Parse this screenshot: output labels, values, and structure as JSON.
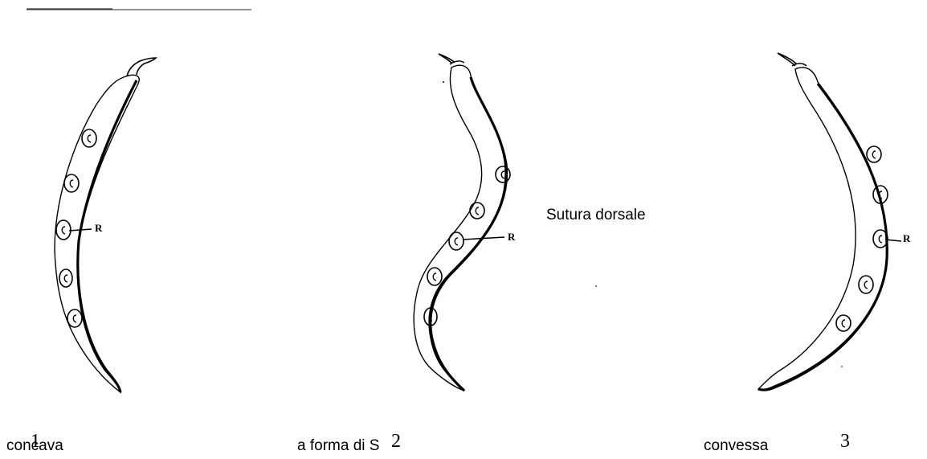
{
  "figure": {
    "suture_label": "Sutura dorsale",
    "pods": [
      {
        "shape": "concava",
        "number": "1",
        "pin_letter": "R"
      },
      {
        "shape": "a forma di S",
        "number": "2",
        "pin_letter": "R"
      },
      {
        "shape": "convessa",
        "number": "3",
        "pin_letter": "R"
      }
    ]
  }
}
